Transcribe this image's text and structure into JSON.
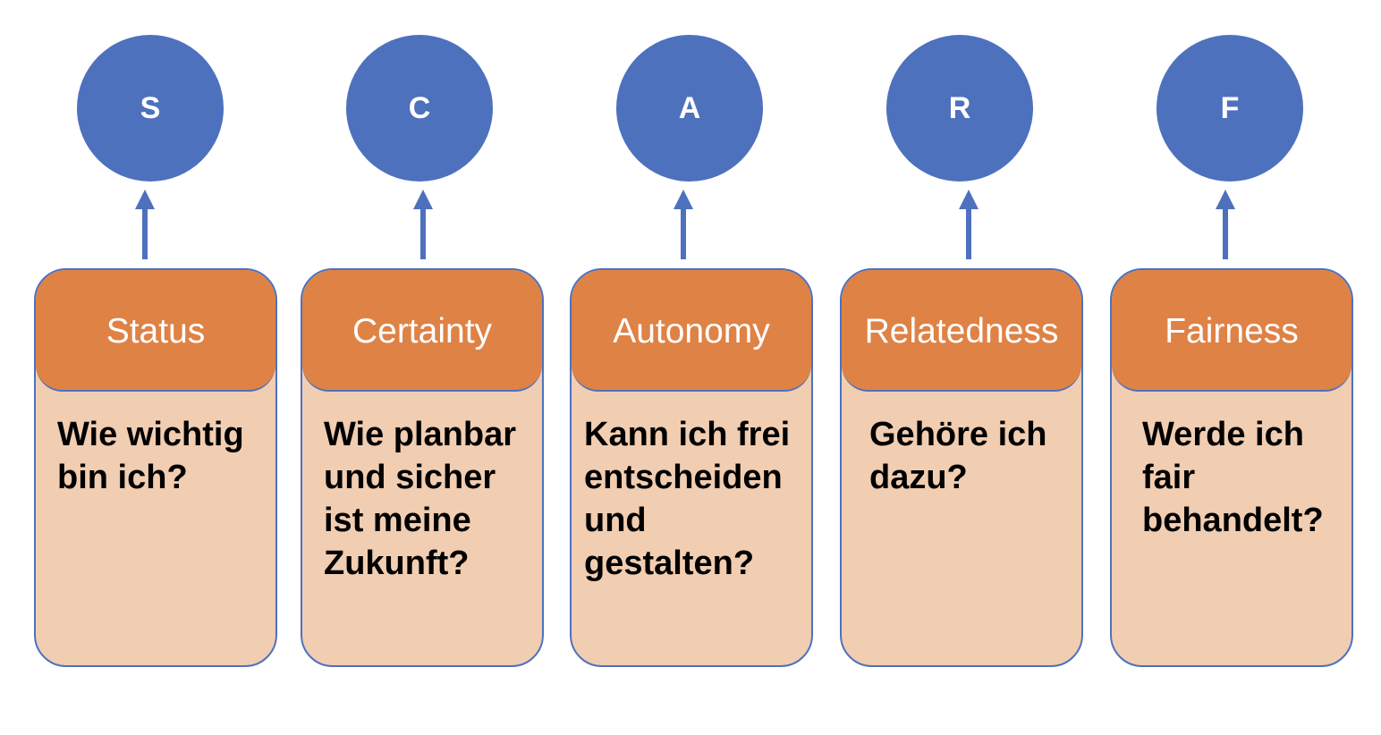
{
  "colors": {
    "circle": "#4E71BE",
    "arrow": "#4E71BE",
    "card_border": "#4E71BE",
    "header": "#DF8245",
    "card_body": "#F1CDB1"
  },
  "items": [
    {
      "letter": "S",
      "title": "Status",
      "question": "Wie wichtig bin ich?"
    },
    {
      "letter": "C",
      "title": "Certainty",
      "question": "Wie planbar und sicher ist meine Zukunft?"
    },
    {
      "letter": "A",
      "title": "Autonomy",
      "question": "Kann ich frei entscheiden und gestalten?"
    },
    {
      "letter": "R",
      "title": "Relatedness",
      "question": "Gehöre ich dazu?"
    },
    {
      "letter": "F",
      "title": "Fairness",
      "question": "Werde ich fair behandelt?"
    }
  ]
}
